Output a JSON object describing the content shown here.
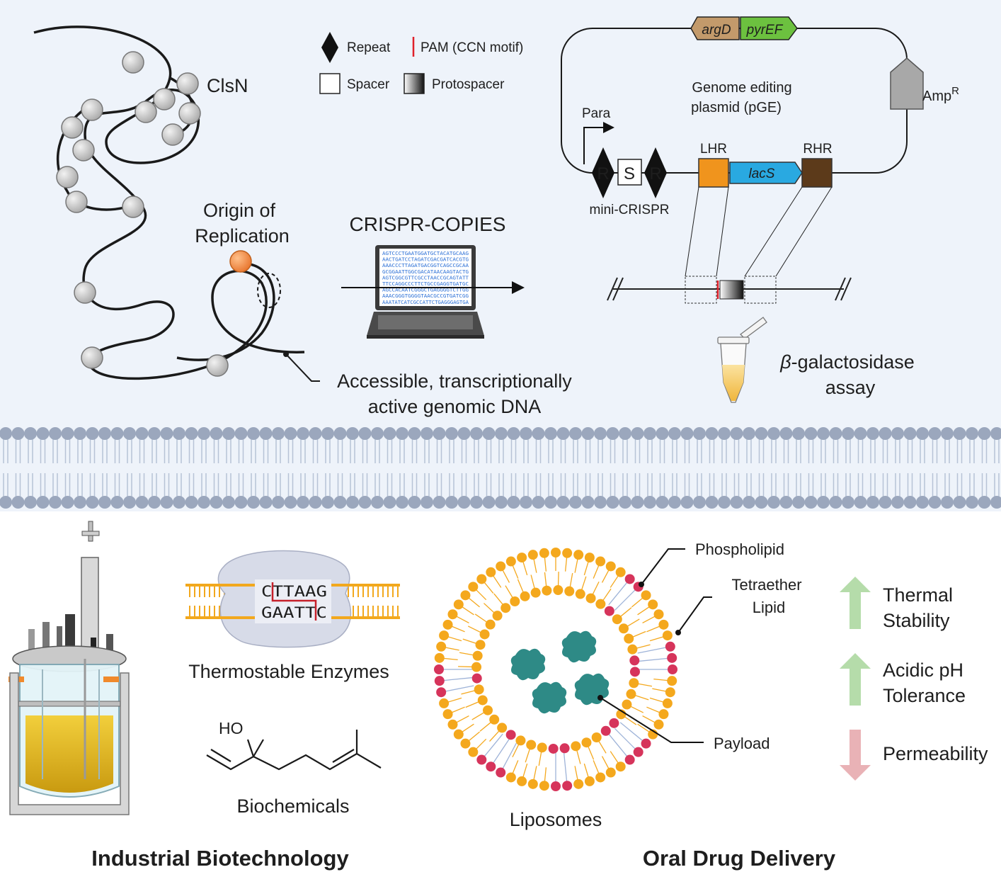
{
  "colors": {
    "top_panel_bg": "#eef3fa",
    "membrane_head": "#9ba7bd",
    "membrane_tail": "#b7c3d6",
    "lhr": "#f0941d",
    "lacs": "#29a9e1",
    "rhr": "#5c3a1a",
    "argd": "#c39a6b",
    "pyref": "#6cc13f",
    "liposome_orange": "#f4a81d",
    "tetraether_pink": "#d6345b",
    "payload_teal": "#2e8a86",
    "arrow_up_green": "#b5dcaa",
    "arrow_down_pink": "#e9b2b6",
    "pam_red": "#e0202a"
  },
  "top": {
    "clsn_label": "ClsN",
    "origin_label_line1": "Origin of",
    "origin_label_line2": "Replication",
    "accessible_line1": "Accessible, transcriptionally",
    "accessible_line2": "active genomic DNA",
    "legend": {
      "repeat": "Repeat",
      "pam": "PAM (CCN motif)",
      "spacer": "Spacer",
      "protospacer": "Protospacer"
    },
    "crispr_copies_label": "CRISPR-COPIES",
    "laptop_sequence_lines": [
      "AGTCCCTGAATGGATGCTACATGCAAG",
      "AACTGATCCTAGATCGACGATCACGTG",
      "AAACCCTTAGATGACGGTCAGCCGCAA",
      "GCGGAATTGGCGACATAACAAGTACTG",
      "AGTCGGCGTTCGCCTAACCGCAGTATT",
      "TTCCAGGCCCTTCTGCCGAGGTGATGC",
      "AGCCACAATCGGGCTGAGGGGTCTTGG",
      "AAACGGGTGGGGTAACGCCGTGATCGG",
      "AAATATCATCGCCATTCTGAGGGAGTGA"
    ],
    "plasmid": {
      "title_line1": "Genome editing",
      "title_line2": "plasmid (pGE)",
      "promoter": "Para",
      "repeat_letter": "R",
      "spacer_letter": "S",
      "mini_crispr": "mini-CRISPR",
      "lhr": "LHR",
      "lacs": "lacS",
      "rhr": "RHR",
      "argd": "argD",
      "pyref": "pyrEF",
      "amp_base": "Amp",
      "amp_sup": "R"
    },
    "assay_line1_prefix": "β",
    "assay_line1_rest": "-galactosidase",
    "assay_line2": "assay"
  },
  "bottom": {
    "enzyme_seq_top": "CTTAAG",
    "enzyme_seq_bottom": "GAATTC",
    "thermostable_label": "Thermostable Enzymes",
    "ho_label": "HO",
    "biochemicals_label": "Biochemicals",
    "phospholipid_label": "Phospholipid",
    "tetraether_line1": "Tetraether",
    "tetraether_line2": "Lipid",
    "payload_label": "Payload",
    "liposomes_label": "Liposomes",
    "properties": [
      {
        "line1": "Thermal",
        "line2": "Stability",
        "direction": "up"
      },
      {
        "line1": "Acidic pH",
        "line2": "Tolerance",
        "direction": "up"
      },
      {
        "line1": "Permeability",
        "line2": "",
        "direction": "down"
      }
    ],
    "industrial_title": "Industrial Biotechnology",
    "oral_title": "Oral Drug Delivery"
  }
}
